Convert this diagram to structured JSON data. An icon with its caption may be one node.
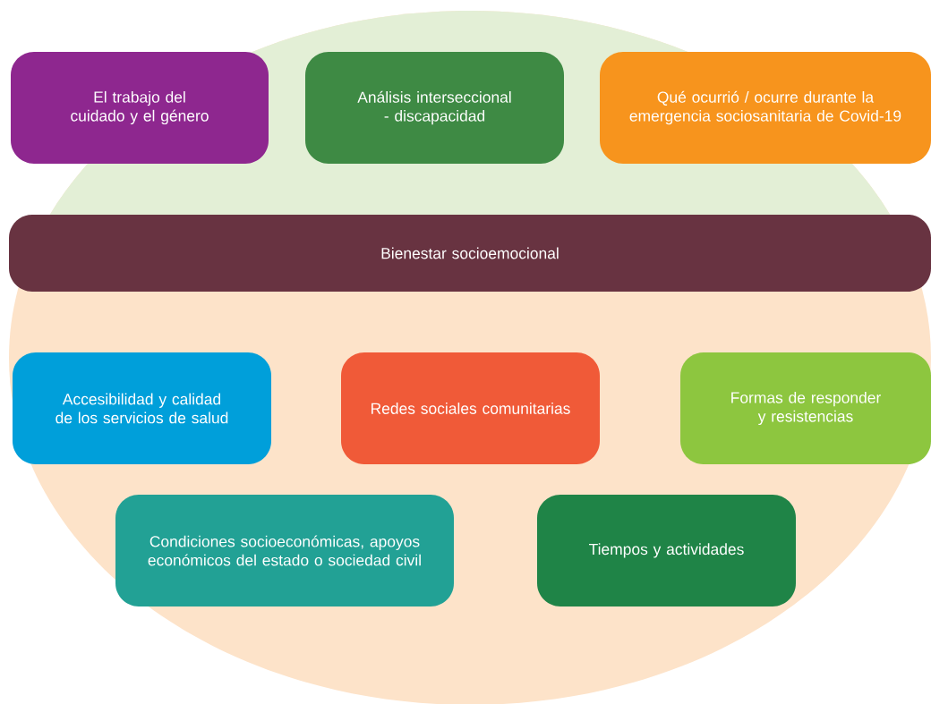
{
  "diagram": {
    "nodes": [
      {
        "text": [
          "El trabajo del cuidado y el género"
        ]
      },
      {
        "text": [
          "Análisis interseccional - discapacidad"
        ]
      },
      {
        "text": [
          "Qué ocurrió / ocurre durante la emergencia sociosanitaria de Covid-19"
        ]
      },
      {
        "text": [
          "Bienestar socioemocional"
        ]
      },
      {
        "text": [
          "Accesibilidad y calidad de los servicios de salud"
        ]
      },
      {
        "text": [
          "Redes sociales comunitarias"
        ]
      },
      {
        "text": [
          "Formas de responder y resistencias"
        ]
      },
      {
        "text": [
          "Condiciones socioeconómicas, apoyos económicos del estado o sociedad civil"
        ]
      },
      {
        "text": [
          "Tiempos y actividades"
        ]
      }
    ]
  }
}
